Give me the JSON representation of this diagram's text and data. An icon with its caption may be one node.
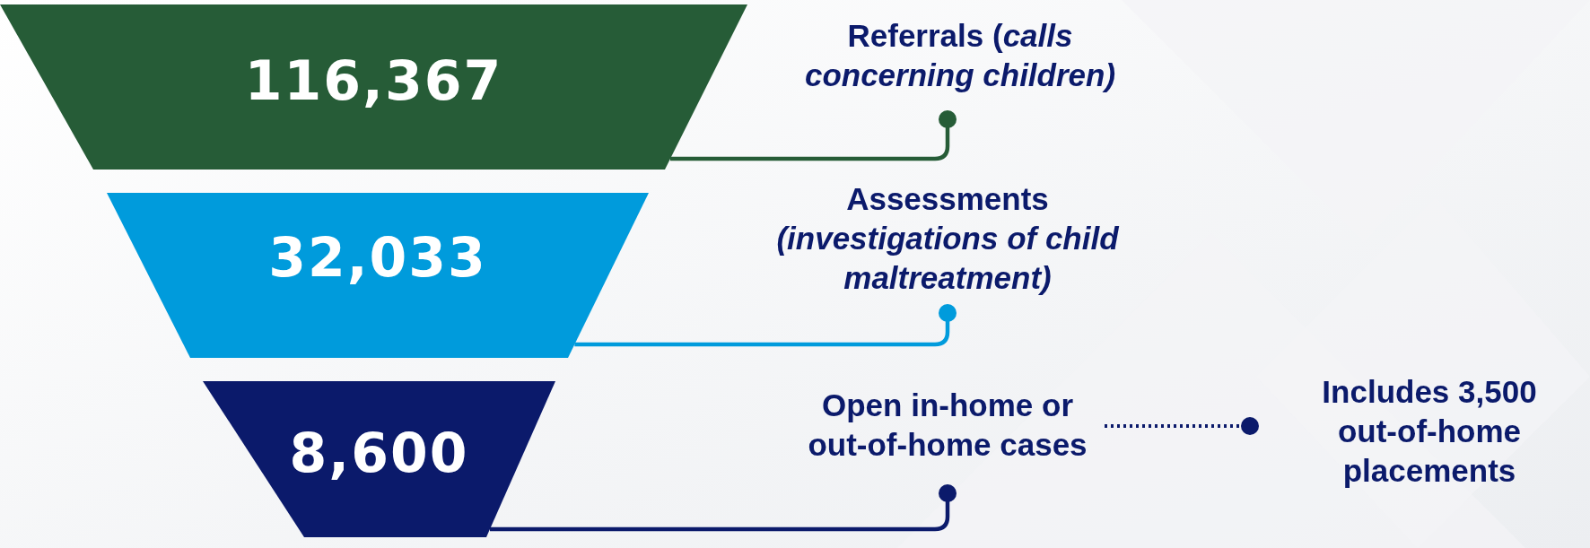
{
  "diagram": {
    "nodes": [
      {
        "text": [
          "116,367"
        ]
      },
      {
        "text": [
          "Referrals (*calls concerning children)*"
        ]
      },
      {
        "text": [
          "32,033"
        ]
      },
      {
        "text": [
          "Assessments *(investigations of child maltreatment)*"
        ]
      },
      {
        "text": [
          "8,600"
        ]
      },
      {
        "text": [
          "Open in-home or out-of-home cases"
        ]
      },
      {
        "text": [
          "Includes 3,500 out-of-home placements"
        ]
      }
    ],
    "edges": [
      {
        "from": 0,
        "to": 1,
        "arrow": "other",
        "color": "#265c37"
      },
      {
        "from": 2,
        "to": 3,
        "arrow": "other",
        "color": "#009bdc"
      },
      {
        "from": 4,
        "to": 5,
        "arrow": "other",
        "color": "#0b1a6b"
      },
      {
        "from": 5,
        "to": 6,
        "arrow": "other",
        "style": "dashed",
        "color": "#0b1a6b"
      }
    ]
  }
}
